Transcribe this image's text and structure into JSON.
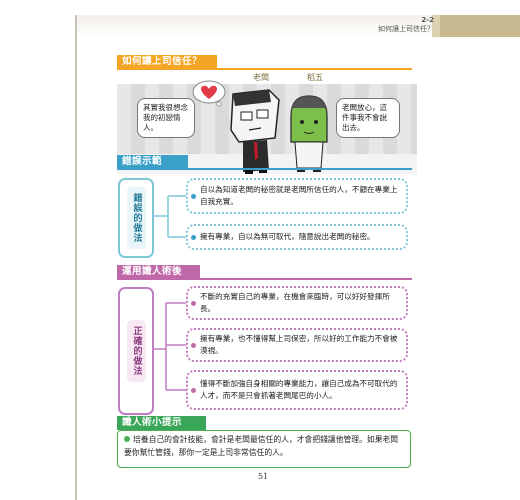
{
  "header": {
    "section_number": "2-2",
    "section_title": "如何讓上司信任？"
  },
  "section1": {
    "title": "如何讓上司信任？",
    "boss_label": "老闆",
    "employee_label": "稻五",
    "boss_bubble": "其實我很想念我的初戀情人。",
    "employee_bubble": "老闆放心，這件事我不會說出去。"
  },
  "section2": {
    "title": "錯誤示範",
    "side_label": "錯誤的做法",
    "items": [
      "自以為知道老闆的秘密就是老闆所信任的人，不顧在專業上自我充實。",
      "擁有專業，自以為無可取代，隨意說出老闆的秘密。"
    ]
  },
  "section3": {
    "title": "運用識人術後",
    "side_label": "正確的做法",
    "items": [
      "不斷的充實自己的專業，在機會來臨時，可以好好發揮所長。",
      "擁有專業，也不懂得幫上司保密，所以好的工作能力不會被漠視。",
      "懂得不斷加強自身相關的專業能力，讓自己成為不可取代的人才，而不是只會抓著老闆尾巴的小人。"
    ]
  },
  "section4": {
    "title": "識人術小提示",
    "tip": "培養自己的會計技能，會計是老闆最信任的人，才會把錢讓他管理。如果老闆要你幫忙管錢，那你一定是上司非常信任的人。"
  },
  "page_number": "51",
  "colors": {
    "section1_head": "#f5a524",
    "section2_head": "#3aa0c8",
    "section3_head": "#c069a8",
    "section4_head": "#3aa657",
    "wrong_border": "#7fc6d6",
    "right_border": "#c07cc0",
    "tab": "#c7b98f"
  },
  "icons": {
    "boss": "boss-character-icon",
    "employee": "employee-character-icon",
    "heart": "heart-icon"
  }
}
